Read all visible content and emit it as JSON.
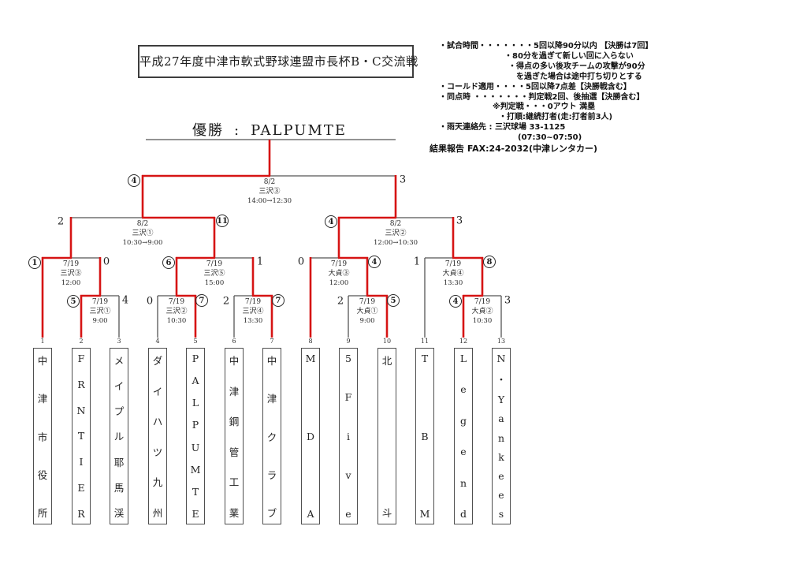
{
  "title": "平成27年度中津市軟式野球連盟市長杯B・C交流戦",
  "champion": {
    "label": "優勝",
    "separator": ":",
    "name": "PALPUMTE"
  },
  "rules": [
    "・試合時間・・・・・・・5回以降90分以内 【決勝は7回】",
    "・80分を過ぎて新しい回に入らない",
    "・得点の多い後攻チームの攻撃が90分",
    "を過ぎた場合は途中打ち切りとする",
    "・コールド適用・・・・5回以降7点差【決勝戦含む】",
    "・同点時 ・・・・・・・判定戦2回、後抽選【決勝含む】",
    "※判定戦・・・0アウト 満塁",
    "・打順:継続打者(走:打者前3人)",
    "・雨天連絡先 : 三沢球場 33-1125",
    "(07:30~07:50)",
    "結果報告 FAX:24-2032(中津レンタカー)"
  ],
  "matches": {
    "final": {
      "date": "8/2",
      "venue": "三沢③",
      "time": "14:00→12:30",
      "left": {
        "v": "4",
        "c": true
      },
      "right": {
        "v": "3",
        "c": false
      }
    },
    "sf1": {
      "date": "8/2",
      "venue": "三沢①",
      "time": "10:30→9:00",
      "left": {
        "v": "2",
        "c": false
      },
      "right": {
        "v": "11",
        "c": true
      }
    },
    "sf2": {
      "date": "8/2",
      "venue": "三沢②",
      "time": "12:00→10:30",
      "left": {
        "v": "4",
        "c": true
      },
      "right": {
        "v": "3",
        "c": false
      }
    },
    "qf1": {
      "date": "7/19",
      "venue": "三沢③",
      "time": "12:00",
      "left": {
        "v": "1",
        "c": true
      },
      "right": {
        "v": "0",
        "c": false
      }
    },
    "qf2": {
      "date": "7/19",
      "venue": "三沢⑤",
      "time": "15:00",
      "left": {
        "v": "6",
        "c": true
      },
      "right": {
        "v": "1",
        "c": false
      }
    },
    "qf3": {
      "date": "7/19",
      "venue": "大貞③",
      "time": "12:00",
      "left": {
        "v": "0",
        "c": false
      },
      "right": {
        "v": "4",
        "c": true
      }
    },
    "qf4": {
      "date": "7/19",
      "venue": "大貞④",
      "time": "13:30",
      "left": {
        "v": "1",
        "c": false
      },
      "right": {
        "v": "8",
        "c": true
      }
    },
    "r1a": {
      "date": "7/19",
      "venue": "三沢①",
      "time": "9:00",
      "left": {
        "v": "5",
        "c": true
      },
      "right": {
        "v": "4",
        "c": false
      }
    },
    "r1b": {
      "date": "7/19",
      "venue": "三沢②",
      "time": "10:30",
      "left": {
        "v": "0",
        "c": false
      },
      "right": {
        "v": "7",
        "c": true
      }
    },
    "r1c": {
      "date": "7/19",
      "venue": "三沢④",
      "time": "13:30",
      "left": {
        "v": "2",
        "c": false
      },
      "right": {
        "v": "7",
        "c": true
      }
    },
    "r1d": {
      "date": "7/19",
      "venue": "大貞①",
      "time": "9:00",
      "left": {
        "v": "2",
        "c": false
      },
      "right": {
        "v": "5",
        "c": true
      }
    },
    "r1e": {
      "date": "7/19",
      "venue": "大貞②",
      "time": "10:30",
      "left": {
        "v": "4",
        "c": true
      },
      "right": {
        "v": "3",
        "c": false
      }
    }
  },
  "colors": {
    "winner_path": "#d61414",
    "bracket_line": "#555555"
  },
  "teams": [
    {
      "number": "1",
      "name": "中津市役所"
    },
    {
      "number": "2",
      "name": "FRNTIER"
    },
    {
      "number": "3",
      "name": "メイプル耶馬渓"
    },
    {
      "number": "4",
      "name": "ダイハツ九州"
    },
    {
      "number": "5",
      "name": "PALPUMTE"
    },
    {
      "number": "6",
      "name": "中津鋼管工業"
    },
    {
      "number": "7",
      "name": "中津クラブ"
    },
    {
      "number": "8",
      "name": "MDA"
    },
    {
      "number": "9",
      "name": "5Five"
    },
    {
      "number": "10",
      "name": "北斗"
    },
    {
      "number": "11",
      "name": "TBM"
    },
    {
      "number": "12",
      "name": "Legend"
    },
    {
      "number": "13",
      "name": "N・Yankees"
    }
  ]
}
